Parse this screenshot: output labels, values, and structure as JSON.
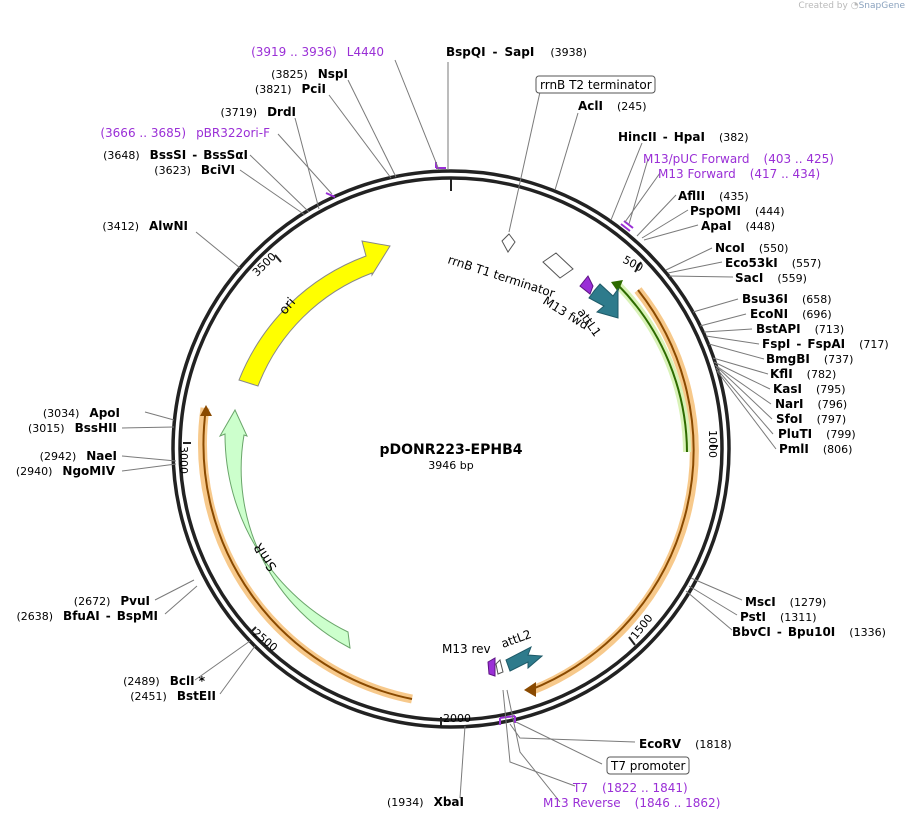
{
  "credit": {
    "prefix": "Created by",
    "brand": "SnapGene"
  },
  "plasmid": {
    "name": "pDONR223-EPHB4",
    "size": "3946 bp"
  },
  "colors": {
    "primer": "#9a2fd6",
    "ori": "#ffff00",
    "smr": "#ccffcc",
    "orf": "#f7c98b",
    "att": "#2e7b8c",
    "green": "#7fcc3f"
  },
  "ticks": [
    "500",
    "1000",
    "1500",
    "2000",
    "2500",
    "3000",
    "3500"
  ],
  "enzymes": [
    {
      "id": "bspqi",
      "name": "BspQI",
      "pos": "(3938)"
    },
    {
      "id": "sapi",
      "name": "SapI"
    },
    {
      "id": "acli",
      "name": "AclI",
      "pos": "(245)"
    },
    {
      "id": "hincii",
      "name": "HincII",
      "pos": "(382)"
    },
    {
      "id": "hpai",
      "name": "HpaI"
    },
    {
      "id": "aflii",
      "name": "AflII",
      "pos": "(435)"
    },
    {
      "id": "pspomi",
      "name": "PspOMI",
      "pos": "(444)"
    },
    {
      "id": "apai",
      "name": "ApaI",
      "pos": "(448)"
    },
    {
      "id": "ncoi",
      "name": "NcoI",
      "pos": "(550)"
    },
    {
      "id": "eco53ki",
      "name": "Eco53kI",
      "pos": "(557)"
    },
    {
      "id": "saci",
      "name": "SacI",
      "pos": "(559)"
    },
    {
      "id": "bsu36i",
      "name": "Bsu36I",
      "pos": "(658)"
    },
    {
      "id": "econi",
      "name": "EcoNI",
      "pos": "(696)"
    },
    {
      "id": "bstapi",
      "name": "BstAPI",
      "pos": "(713)"
    },
    {
      "id": "fspi",
      "name": "FspI",
      "pos": "(717)"
    },
    {
      "id": "fspai",
      "name": "FspAI"
    },
    {
      "id": "bmgbi",
      "name": "BmgBI",
      "pos": "(737)"
    },
    {
      "id": "kfli",
      "name": "KflI",
      "pos": "(782)"
    },
    {
      "id": "kasi",
      "name": "KasI",
      "pos": "(795)"
    },
    {
      "id": "nari",
      "name": "NarI",
      "pos": "(796)"
    },
    {
      "id": "sfoi",
      "name": "SfoI",
      "pos": "(797)"
    },
    {
      "id": "pluti",
      "name": "PluTI",
      "pos": "(799)"
    },
    {
      "id": "pmli",
      "name": "PmlI",
      "pos": "(806)"
    },
    {
      "id": "msci",
      "name": "MscI",
      "pos": "(1279)"
    },
    {
      "id": "psti",
      "name": "PstI",
      "pos": "(1311)"
    },
    {
      "id": "bbvci",
      "name": "BbvCI",
      "pos": "(1336)"
    },
    {
      "id": "bpu10i",
      "name": "Bpu10I"
    },
    {
      "id": "ecorv",
      "name": "EcoRV",
      "pos": "(1818)"
    },
    {
      "id": "xbai",
      "name": "XbaI",
      "pos": "(1934)"
    },
    {
      "id": "bcli",
      "name": "BclI *",
      "pos": "(2489)"
    },
    {
      "id": "bsteii",
      "name": "BstEII",
      "pos": "(2451)"
    },
    {
      "id": "pvui",
      "name": "PvuI",
      "pos": "(2672)"
    },
    {
      "id": "bfuai",
      "name": "BfuAI",
      "pos": "(2638)"
    },
    {
      "id": "bspmi",
      "name": "BspMI"
    },
    {
      "id": "ngomiv",
      "name": "NgoMIV",
      "pos": "(2940)"
    },
    {
      "id": "naei",
      "name": "NaeI",
      "pos": "(2942)"
    },
    {
      "id": "bsshii",
      "name": "BssHII",
      "pos": "(3015)"
    },
    {
      "id": "apoi",
      "name": "ApoI",
      "pos": "(3034)"
    },
    {
      "id": "alwni",
      "name": "AlwNI",
      "pos": "(3412)"
    },
    {
      "id": "bcivi",
      "name": "BciVI",
      "pos": "(3623)"
    },
    {
      "id": "bsssi",
      "name": "BssSI",
      "pos": "(3648)"
    },
    {
      "id": "bssai",
      "name": "BssSαI"
    },
    {
      "id": "drdi",
      "name": "DrdI",
      "pos": "(3719)"
    },
    {
      "id": "pcii",
      "name": "PciI",
      "pos": "(3821)"
    },
    {
      "id": "nspi",
      "name": "NspI",
      "pos": "(3825)"
    }
  ],
  "primers": [
    {
      "id": "l4440",
      "name": "L4440",
      "pos": "(3919 .. 3936)"
    },
    {
      "id": "pbr322",
      "name": "pBR322ori-F",
      "pos": "(3666 .. 3685)"
    },
    {
      "id": "m13puc",
      "name": "M13/pUC Forward",
      "pos": "(403 .. 425)"
    },
    {
      "id": "m13fwd",
      "name": "M13 Forward",
      "pos": "(417 .. 434)"
    },
    {
      "id": "t7",
      "name": "T7",
      "pos": "(1822 .. 1841)"
    },
    {
      "id": "m13rev",
      "name": "M13 Reverse",
      "pos": "(1846 .. 1862)"
    }
  ],
  "features": {
    "rrnb_t2": "rrnB T2 terminator",
    "rrnb_t1": "rrnB T1 terminator",
    "m13_fwd": "M13 fwd",
    "attl1": "attL1",
    "m13_rev": "M13 rev",
    "attl2": "attL2",
    "t7_promoter": "T7 promoter",
    "ori": "ori",
    "smr": "SmR"
  }
}
